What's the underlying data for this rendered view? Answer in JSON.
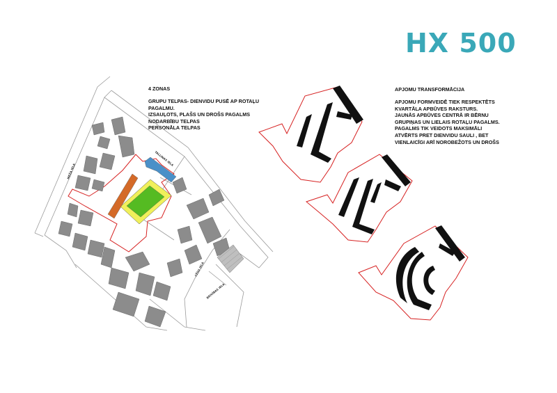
{
  "title": "HX 500",
  "colors": {
    "title": "#3aa8b8",
    "building": "#8c8c8c",
    "outline": "#d62020",
    "play_yard": "#55bb22",
    "zone_yellow": "#f0f05a",
    "zone_blue": "#4a90c8",
    "zone_orange": "#d46a28",
    "mass": "#111111"
  },
  "zones": {
    "heading": "4 ZONAS",
    "items": [
      "GRUPU TELPAS- DIENVIDU PUSĒ AP ROTAĻU",
      "PAGALMU.",
      "IZSAUĻOTS, PLAŠS UN DROŠS PAGALMS",
      "NODARBĪBU TELPAS",
      "PERSONĀLA TELPAS"
    ]
  },
  "transformation": {
    "heading": "APJOMU TRANSFORMĀCIJA",
    "lines": [
      "APJOMU FORMVEIDĒ TIEK RESPEKTĒTS",
      "KVARTĀLA APBŪVES RAKSTURS.",
      "JAUNĀS APBŪVES CENTRĀ IR BĒRNU",
      "GRUPIŅAS UN LIELAIS ROTAĻU PAGALMS.",
      "PAGALMS TIK VEIDOTS MAKSIMĀLI",
      "ATVĒRTS PRET DIENVIDU SAULI , BET",
      "VIENLAICĪGI ARĪ NOROBEŽOTS UN DROŠS"
    ]
  },
  "streets": {
    "left": "MEŽA IELA",
    "top": "TALLINAS IELA",
    "bottom_a": "CĒSU IELA",
    "bottom_b": "BRIVĪBAS IELA"
  }
}
